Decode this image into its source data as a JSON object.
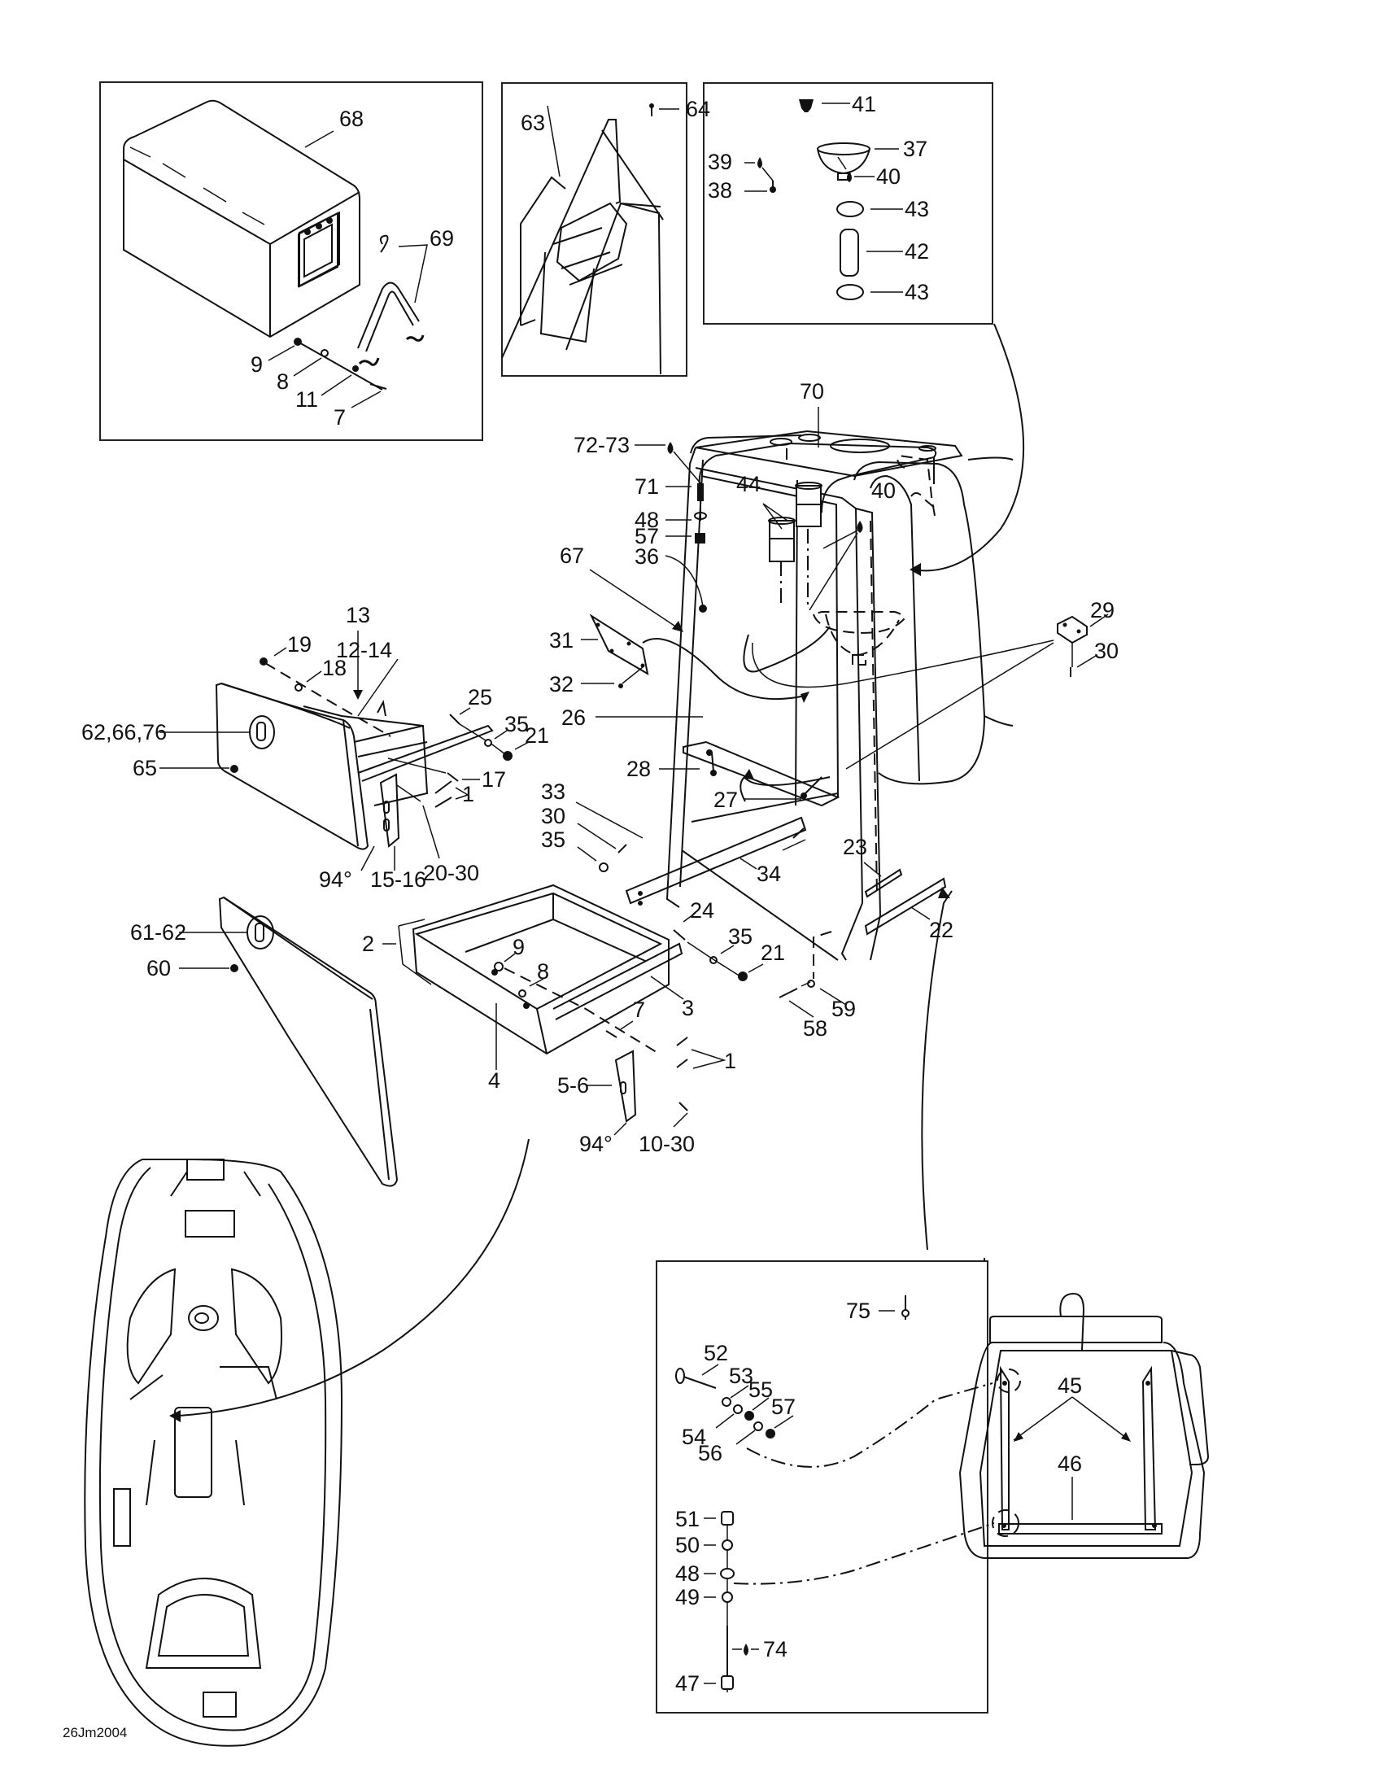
{
  "diagram": {
    "type": "exploded-parts-diagram",
    "subject": "Storage compartments, cooler, sink and seat assembly",
    "code": "26Jm2004",
    "callouts": {
      "c68": "68",
      "c69": "69",
      "c9a": "9",
      "c8a": "8",
      "c11": "11",
      "c7a": "7",
      "c63": "63",
      "c64": "64",
      "c41": "41",
      "c37": "37",
      "c39": "39",
      "c40a": "40",
      "c38": "38",
      "c43a": "43",
      "c42": "42",
      "c43b": "43",
      "c70": "70",
      "c7273": "72-73",
      "c71": "71",
      "c48a": "48",
      "c57a": "57",
      "c44": "44",
      "c40b": "40",
      "c36": "36",
      "c67": "67",
      "c31": "31",
      "c32": "32",
      "c26": "26",
      "c29": "29",
      "c30a": "30",
      "c28": "28",
      "c27": "27",
      "c13": "13",
      "c1214": "12-14",
      "c19": "19",
      "c18": "18",
      "c626676": "62,66,76",
      "c65": "65",
      "c25": "25",
      "c35a": "35",
      "c21a": "21",
      "c17": "17",
      "c1a": "1",
      "c2030": "20-30",
      "c94a": "94°",
      "c1516": "15-16",
      "c33": "33",
      "c30b": "30",
      "c35b": "35",
      "c34": "34",
      "c23": "23",
      "c22": "22",
      "c6162": "61-62",
      "c60": "60",
      "c2": "2",
      "c9b": "9",
      "c8b": "8",
      "c24": "24",
      "c35c": "35",
      "c21b": "21",
      "c3": "3",
      "c7b": "7",
      "c59": "59",
      "c58": "58",
      "c4": "4",
      "c56": "5-6",
      "c1b": "1",
      "c94b": "94°",
      "c1030": "10-30",
      "c75": "75",
      "c52": "52",
      "c53": "53",
      "c55": "55",
      "c57b": "57",
      "c54": "54",
      "c56b": "56",
      "c45": "45",
      "c46": "46",
      "c51": "51",
      "c50": "50",
      "c48b": "48",
      "c49": "49",
      "c74": "74",
      "c47": "47"
    },
    "icons": {
      "sealant-drop": "sealant-drop-icon",
      "screw": "screw-icon",
      "nut": "nut-icon",
      "washer": "washer-icon",
      "hose-clamp": "hose-clamp-icon"
    }
  }
}
